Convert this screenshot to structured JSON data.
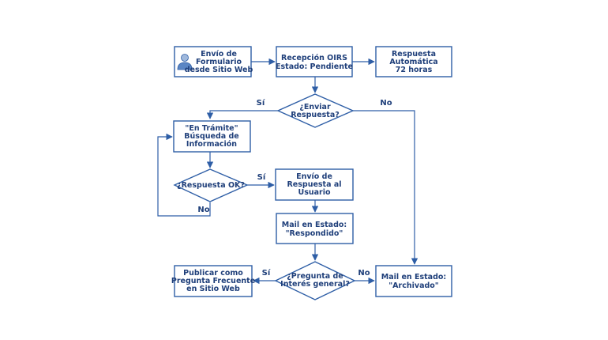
{
  "colors": {
    "accent": "#2e5ea6",
    "text": "#1f3f7a"
  },
  "nodes": {
    "envio_formulario": {
      "lines": [
        "Envío de",
        "Formulario",
        "desde Sitio Web"
      ],
      "icon": "user-icon"
    },
    "recepcion": {
      "lines": [
        "Recepción OIRS",
        "Estado: Pendiente"
      ]
    },
    "respuesta_auto": {
      "lines": [
        "Respuesta",
        "Automática",
        "72 horas"
      ]
    },
    "enviar_respuesta": {
      "lines": [
        "¿Enviar",
        "Respuesta?"
      ]
    },
    "en_tramite": {
      "lines": [
        "\"En Trámite\"",
        "Búsqueda de",
        "Información"
      ]
    },
    "respuesta_ok": {
      "lines": [
        "¿Respuesta OK?"
      ]
    },
    "envio_respuesta": {
      "lines": [
        "Envío de",
        "Respuesta al",
        "Usuario"
      ]
    },
    "mail_respondido": {
      "lines": [
        "Mail en Estado:",
        "\"Respondido\""
      ]
    },
    "pregunta_interes": {
      "lines": [
        "¿Pregunta de",
        "Interés general?"
      ]
    },
    "publicar": {
      "lines": [
        "Publicar como",
        "Pregunta Frecuente",
        "en Sitio Web"
      ]
    },
    "mail_archivado": {
      "lines": [
        "Mail en Estado:",
        "\"Archivado\""
      ]
    }
  },
  "edge_labels": {
    "si_enviar": "Sí",
    "no_enviar": "No",
    "si_ok": "Sí",
    "no_ok": "No",
    "si_interes": "Sí",
    "no_interes": "No"
  }
}
